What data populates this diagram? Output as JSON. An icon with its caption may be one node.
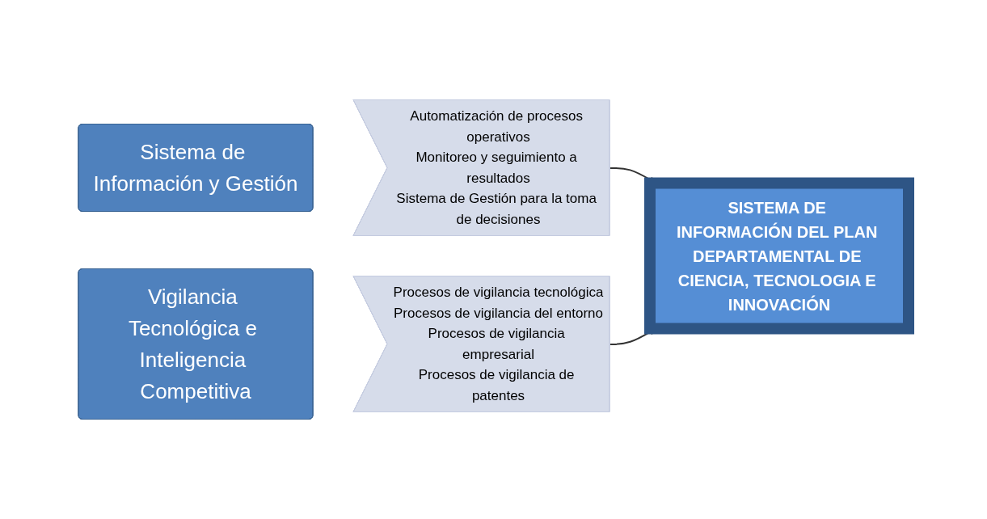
{
  "diagram": {
    "nodes": [
      {
        "text": [
          "Sistema de Información y Gestión"
        ]
      },
      {
        "text": [
          "Automatización de procesos operativos",
          "Monitoreo y seguimiento a resultados",
          "Sistema de Gestión para la toma de decisiones"
        ]
      },
      {
        "text": [
          "Vigilancia Tecnológica e Inteligencia Competitiva"
        ]
      },
      {
        "text": [
          "Procesos de vigilancia tecnológica",
          "Procesos de vigilancia del entorno",
          "Procesos de vigilancia empresarial",
          "Procesos de vigilancia de patentes"
        ]
      },
      {
        "text": [
          "SISTEMA DE INFORMACIÓN DEL PLAN DEPARTAMENTAL DE CIENCIA, TECNOLOGIA E INNOVACIÓN"
        ]
      }
    ],
    "edges": [
      {
        "from": 1,
        "to": 4,
        "arrow": "to"
      },
      {
        "from": 3,
        "to": 4,
        "arrow": "to"
      }
    ]
  }
}
